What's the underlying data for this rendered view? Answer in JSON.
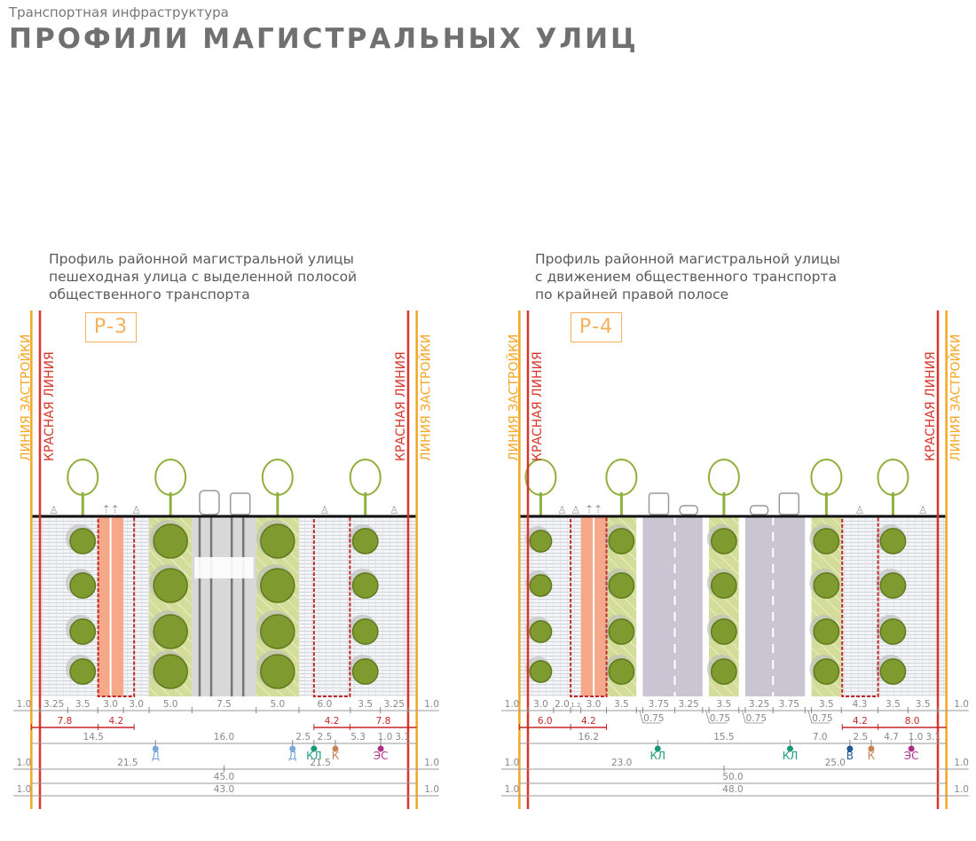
{
  "header": {
    "kicker": "Транспортная инфраструктура",
    "title": "ПРОФИЛИ МАГИСТРАЛЬНЫХ УЛИЦ"
  },
  "legend_labels": {
    "building_line": "ЛИНИЯ ЗАСТРОЙКИ",
    "red_line": "КРАСНАЯ ЛИНИЯ"
  },
  "colors": {
    "building_line": "#f5a623",
    "red_line": "#d9342b",
    "bike": "#f6a98a",
    "green": "#d3dc98",
    "road": "#c9c5d3",
    "tree": "#7f9a2e",
    "tram": "#d8d8d8"
  },
  "profiles": [
    {
      "id": "Р-3",
      "caption": [
        "Профиль районной магистральной улицы",
        "пешеходная улица с выделенной полосой",
        "общественного транспорта"
      ],
      "outer": "1.0",
      "zones": [
        {
          "w": "3.25",
          "type": "sidewalk"
        },
        {
          "w": "3.5",
          "type": "trees"
        },
        {
          "w": "3.0",
          "type": "bike"
        },
        {
          "w": "3.0",
          "type": "sidewalk"
        },
        {
          "w": "5.0",
          "type": "green"
        },
        {
          "w": "7.5",
          "type": "tram"
        },
        {
          "w": "5.0",
          "type": "green"
        },
        {
          "w": "6.0",
          "type": "sidewalk"
        },
        {
          "w": "3.5",
          "type": "trees"
        },
        {
          "w": "3.25",
          "type": "sidewalk"
        }
      ],
      "red_left": [
        "7.8",
        "4.2"
      ],
      "red_right": [
        "4.2",
        "7.8"
      ],
      "networks": [
        "14.5",
        "16.0",
        "2.5",
        "2.5",
        "5.3",
        "1.0",
        "3.1"
      ],
      "markers": [
        {
          "after": 1,
          "label": "Д",
          "color": "#7aa7dc"
        },
        {
          "after": 2,
          "label": "Д",
          "color": "#7aa7dc"
        },
        {
          "after": 3,
          "label": "КЛ",
          "color": "#1a9a7a"
        },
        {
          "after": 4,
          "label": "К",
          "color": "#c7825a"
        },
        {
          "after": 5,
          "label": "ЭС",
          "color": "#b0308a"
        }
      ],
      "halves": [
        "21.5",
        "21.5"
      ],
      "total_building": "45.0",
      "total_red": "43.0"
    },
    {
      "id": "Р-4",
      "caption": [
        "Профиль районной магистральной улицы",
        "с движением общественного транспорта",
        "по крайней правой полосе"
      ],
      "outer": "1.0",
      "zones": [
        {
          "w": "3.0",
          "type": "trees"
        },
        {
          "w": "2.0",
          "type": "sidewalk"
        },
        {
          "w": "1.2",
          "type": "sidewalk"
        },
        {
          "w": "3.0",
          "type": "bike"
        },
        {
          "w": "3.5",
          "type": "green"
        },
        {
          "w": "0.75",
          "type": "gap"
        },
        {
          "w": "3.75",
          "type": "road"
        },
        {
          "w": "3.25",
          "type": "road"
        },
        {
          "w": "0.75",
          "type": "gap"
        },
        {
          "w": "3.5",
          "type": "green"
        },
        {
          "w": "0.75",
          "type": "gap"
        },
        {
          "w": "3.25",
          "type": "road"
        },
        {
          "w": "3.75",
          "type": "road"
        },
        {
          "w": "0.75",
          "type": "gap"
        },
        {
          "w": "3.5",
          "type": "green"
        },
        {
          "w": "4.3",
          "type": "sidewalk"
        },
        {
          "w": "3.5",
          "type": "trees"
        },
        {
          "w": "3.5",
          "type": "sidewalk"
        }
      ],
      "red_left": [
        "6.0",
        "4.2"
      ],
      "red_right": [
        "4.2",
        "8.0"
      ],
      "networks": [
        "16.2",
        "15.5",
        "7.0",
        "2.5",
        "4.7",
        "1.0",
        "3.1"
      ],
      "markers": [
        {
          "after": 1,
          "label": "КЛ",
          "color": "#1a9a7a"
        },
        {
          "after": 2,
          "label": "КЛ",
          "color": "#1a9a7a"
        },
        {
          "after": 3,
          "label": "В",
          "color": "#1f5a96"
        },
        {
          "after": 4,
          "label": "К",
          "color": "#c7825a"
        },
        {
          "after": 5,
          "label": "ЭС",
          "color": "#b0308a"
        }
      ],
      "halves": [
        "23.0",
        "25.0"
      ],
      "total_building": "50.0",
      "total_red": "48.0"
    }
  ]
}
